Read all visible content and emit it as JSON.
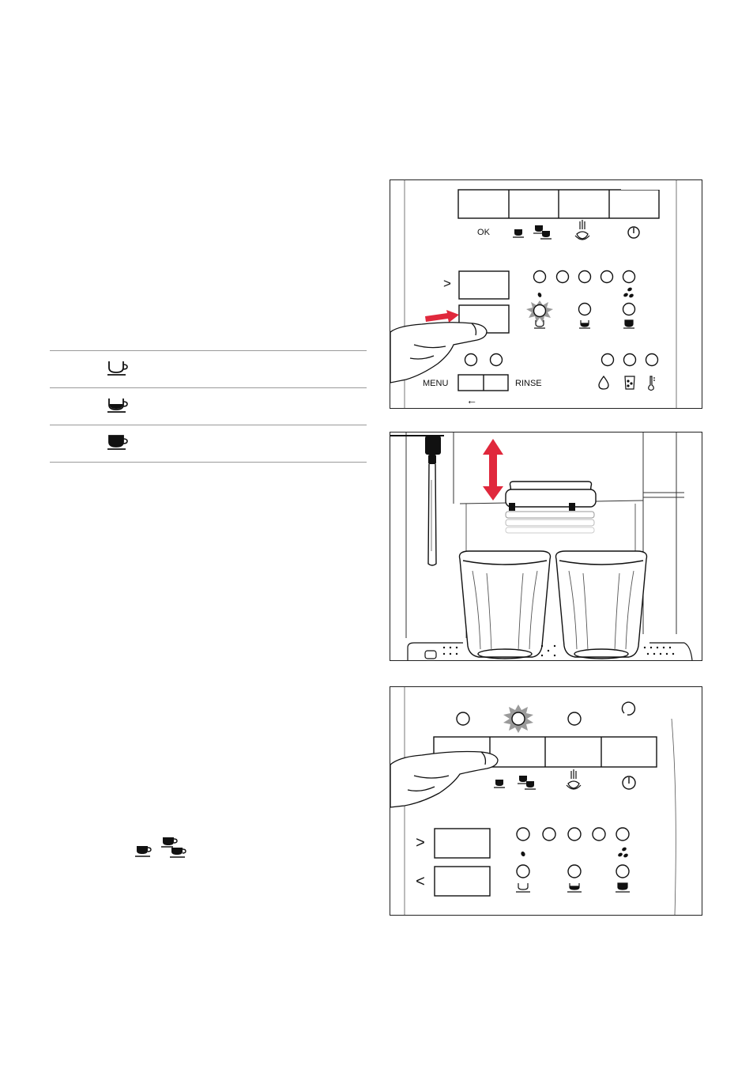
{
  "cup_strength_table": {
    "rows": [
      {
        "icon": "cup-light-icon"
      },
      {
        "icon": "cup-medium-icon"
      },
      {
        "icon": "cup-strong-icon"
      }
    ]
  },
  "inline_icon": "one-cup-two-cups-icon",
  "figure1": {
    "ok_label": "OK",
    "menu_label": "MENU",
    "rinse_label": "RINSE",
    "arrow_left": "←",
    "gt": ">"
  },
  "figure3": {
    "gt": ">",
    "lt": "<"
  },
  "colors": {
    "accent_red": "#e0283c",
    "led_glow": "#9a9a9a",
    "rule": "#9a9a9a"
  }
}
